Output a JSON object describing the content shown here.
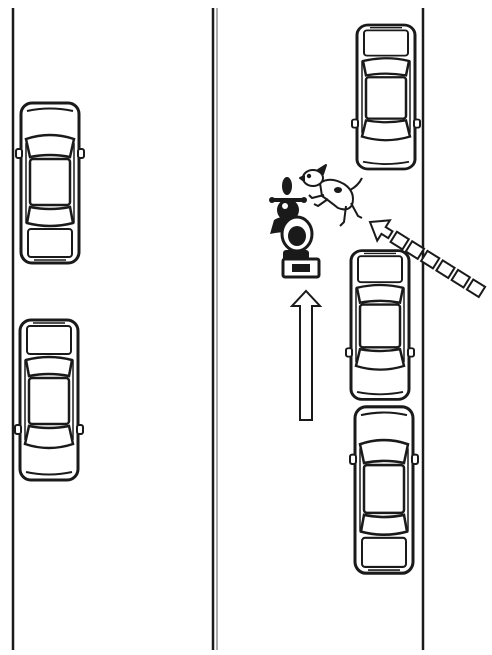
{
  "scene": {
    "background": "#ffffff",
    "ink": "#1a1a1a",
    "road_edges": [
      "left-curb-line",
      "center-line",
      "right-curb-line"
    ],
    "vehicles": [
      {
        "id": "left-car-top",
        "kind": "parked-car",
        "side": "left",
        "facing": "up"
      },
      {
        "id": "left-car-bottom",
        "kind": "parked-car",
        "side": "left",
        "facing": "down"
      },
      {
        "id": "right-car-top",
        "kind": "parked-car",
        "side": "right",
        "facing": "down"
      },
      {
        "id": "right-car-middle",
        "kind": "parked-car",
        "side": "right",
        "facing": "down"
      },
      {
        "id": "right-car-bottom",
        "kind": "parked-car",
        "side": "right",
        "facing": "up"
      }
    ],
    "actors": [
      {
        "id": "motorcycle-rider",
        "kind": "motorcycle",
        "heading": "up"
      },
      {
        "id": "dog",
        "kind": "dog",
        "heading": "left"
      }
    ],
    "arrows": [
      {
        "id": "motorcycle-path-arrow",
        "style": "solid-outline",
        "direction": "up"
      },
      {
        "id": "dog-path-arrow",
        "style": "dashed-outline",
        "direction": "up-left"
      }
    ]
  }
}
